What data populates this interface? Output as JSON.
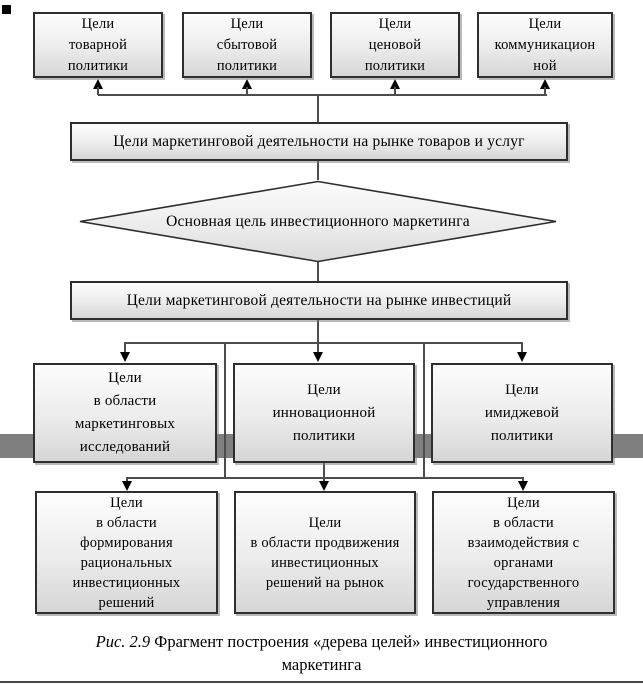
{
  "colors": {
    "box_border": "#2e2e2e",
    "box_fill_top": "#fdfdfd",
    "box_fill_bottom": "#d6d6d6",
    "connector": "#4d4d4d",
    "gray_band": "#7f7f7f",
    "text": "#000000"
  },
  "top_row": {
    "boxes": [
      {
        "label": "Цели\nтоварной\nполитики"
      },
      {
        "label": "Цели\nсбытовой\nполитики"
      },
      {
        "label": "Цели\nценовой\nполитики"
      },
      {
        "label": "Цели\nкоммуникацион\nной"
      }
    ]
  },
  "flow": {
    "goods_market_box": "Цели маркетинговой деятельности на рынке товаров и услуг",
    "main_goal_diamond": "Основная цель инвестиционного маркетинга",
    "investment_market_box": "Цели маркетинговой деятельности на рынке инвестиций"
  },
  "middle_row": {
    "boxes": [
      {
        "label": "Цели\nв области\nмаркетинговых\nисследований"
      },
      {
        "label": "Цели\nинновационной\nполитики"
      },
      {
        "label": "Цели\nимиджевой\nполитики"
      }
    ]
  },
  "bottom_row": {
    "boxes": [
      {
        "label": "Цели\nв области\nформирования\nрациональных\nинвестиционных\nрешений"
      },
      {
        "label": "Цели\nв области продвижения\nинвестиционных\nрешений на рынок"
      },
      {
        "label": "Цели\nв области\nвзаимодействия с\nорганами\nгосударственного\nуправления"
      }
    ]
  },
  "caption": {
    "prefix": "Рис. 2.9",
    "line1": " Фрагмент построения «дерева целей»  инвестиционного",
    "line2": "маркетинга"
  }
}
